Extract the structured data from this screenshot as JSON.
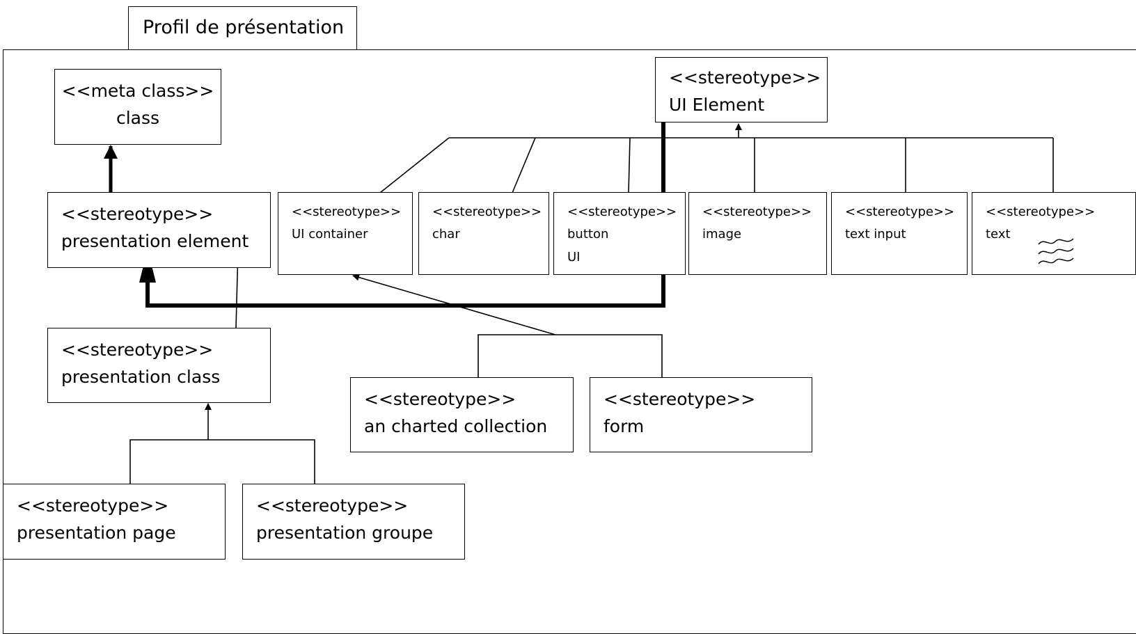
{
  "title": "Profil de présentation",
  "boxes": {
    "meta_class": {
      "stereotype": "<<meta class>>",
      "name": "class"
    },
    "presentation_element": {
      "stereotype": "<<stereotype>>",
      "name": "presentation element"
    },
    "presentation_class": {
      "stereotype": "<<stereotype>>",
      "name": "presentation class"
    },
    "presentation_page": {
      "stereotype": "<<stereotype>>",
      "name": "presentation page"
    },
    "presentation_groupe": {
      "stereotype": "<<stereotype>>",
      "name": "presentation groupe"
    },
    "ui_element": {
      "stereotype": "<<stereotype>>",
      "name": "UI Element"
    },
    "ui_container": {
      "stereotype": "<<stereotype>>",
      "name": "UI container"
    },
    "char": {
      "stereotype": "<<stereotype>>",
      "name": "char"
    },
    "button_ui": {
      "stereotype": "<<stereotype>>",
      "name": "button",
      "name2": "UI"
    },
    "image": {
      "stereotype": "<<stereotype>>",
      "name": "image"
    },
    "text_input": {
      "stereotype": "<<stereotype>>",
      "name": "text input"
    },
    "text": {
      "stereotype": "<<stereotype>>",
      "name": "text"
    },
    "an_charted_collection": {
      "stereotype": "<<stereotype>>",
      "name": "an charted collection"
    },
    "form": {
      "stereotype": "<<stereotype>>",
      "name": "form"
    }
  },
  "icons": {
    "text_box_decoration": "wavy-lines-icon"
  }
}
